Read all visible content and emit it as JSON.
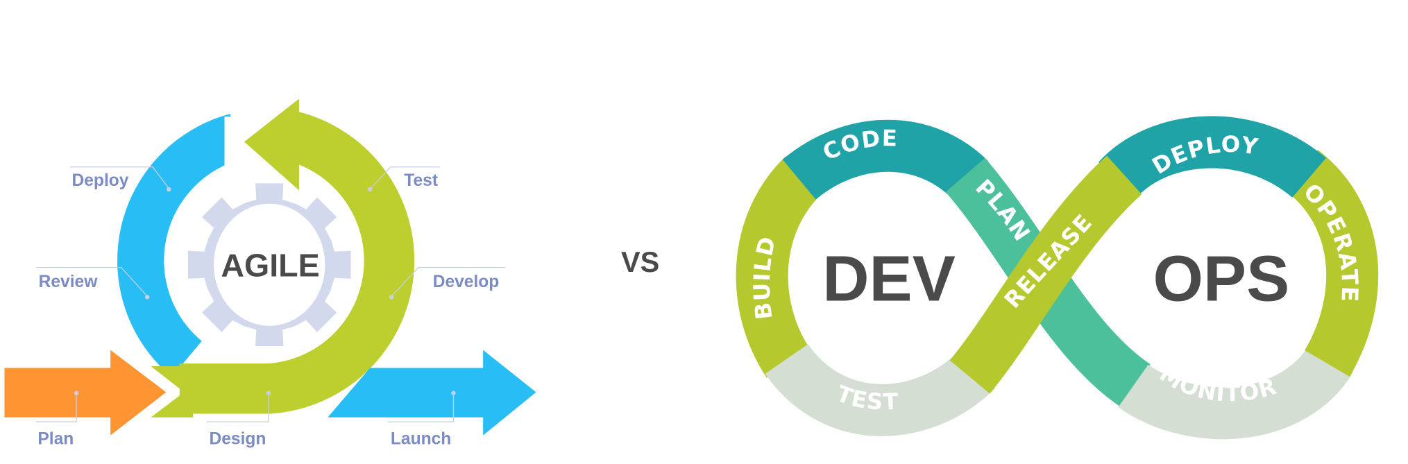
{
  "agile": {
    "title": "AGILE",
    "labels": {
      "deploy": "Deploy",
      "review": "Review",
      "plan": "Plan",
      "design": "Design",
      "launch": "Launch",
      "test": "Test",
      "develop": "Develop"
    },
    "colors": {
      "blue": "#29bdf5",
      "green": "#bccf2e",
      "orange": "#ff9433",
      "gear": "#d3d9ec",
      "label": "#7b8bc3"
    }
  },
  "vs": "VS",
  "devops": {
    "dev": "DEV",
    "ops": "OPS",
    "stages": {
      "build": "BUILD",
      "code": "CODE",
      "plan": "PLAN",
      "release": "RELEASE",
      "deploy": "DEPLOY",
      "operate": "OPERATE",
      "monitor": "MONITOR",
      "test": "TEST"
    },
    "colors": {
      "lime": "#b5c92f",
      "teal": "#1fa3a6",
      "green": "#4cc09a",
      "gray": "#d5ded3"
    }
  }
}
